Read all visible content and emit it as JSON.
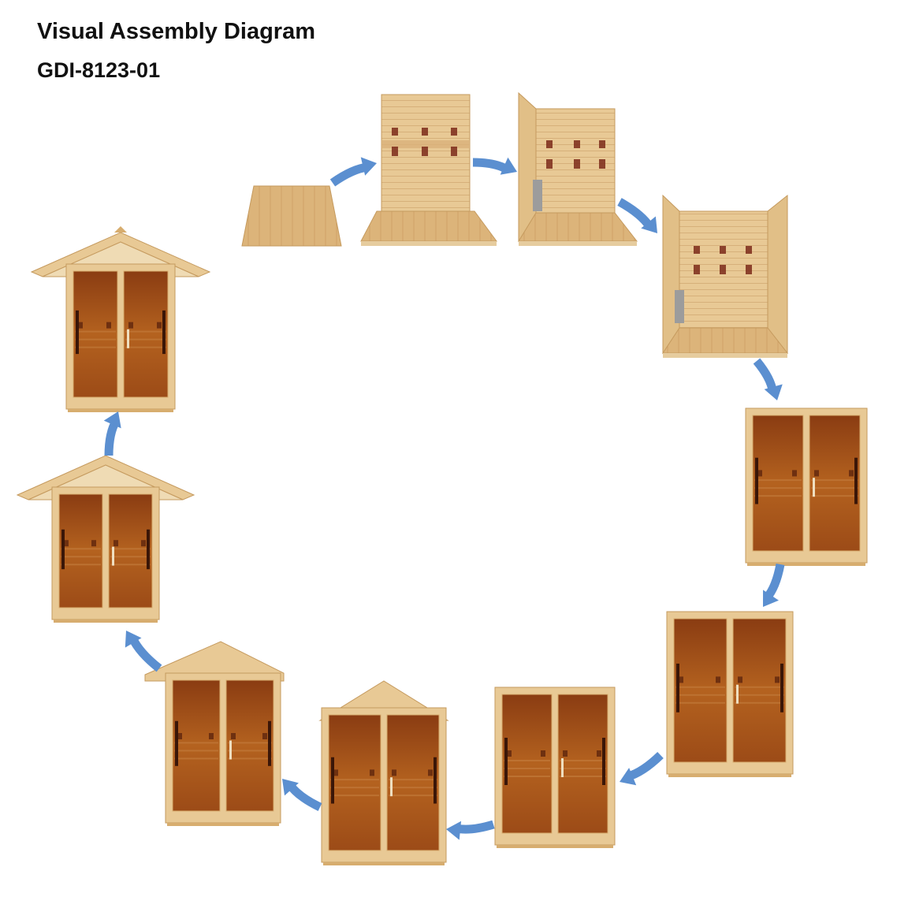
{
  "header": {
    "title": "Visual Assembly Diagram",
    "model": "GDI-8123-01"
  },
  "colors": {
    "wood_light": "#e8c995",
    "wood_mid": "#d7ad6f",
    "wood_dark": "#b8884c",
    "interior": "#a8561f",
    "interior_dark": "#6e3010",
    "heater": "#7b2a1a",
    "arrow": "#5b8fd0",
    "text": "#111111"
  },
  "steps": [
    {
      "kind": "floor"
    },
    {
      "kind": "back-wall"
    },
    {
      "kind": "side-wall"
    },
    {
      "kind": "both-walls"
    },
    {
      "kind": "front-glass"
    },
    {
      "kind": "front-glass-roofline"
    },
    {
      "kind": "roof-base"
    },
    {
      "kind": "roof-gable"
    },
    {
      "kind": "roof-slanted"
    },
    {
      "kind": "roof-shingles"
    },
    {
      "kind": "roof-complete"
    }
  ],
  "arrow_icon": "curved-arrow-icon"
}
